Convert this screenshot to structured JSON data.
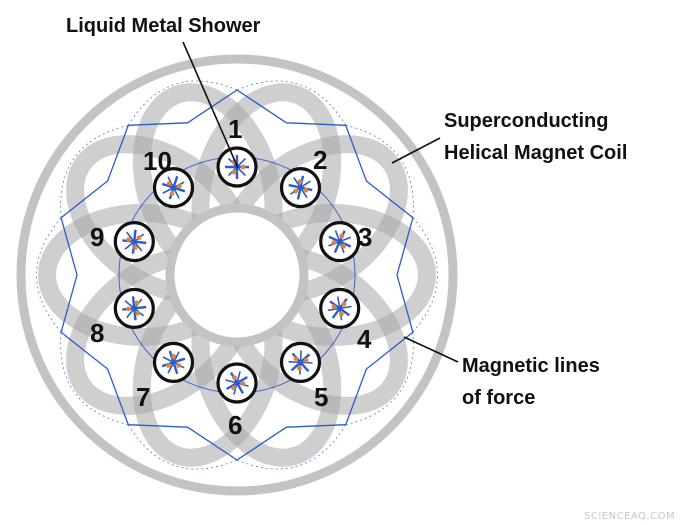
{
  "labels": {
    "shower": "Liquid Metal Shower",
    "coil_line1": "Superconducting",
    "coil_line2": "Helical Magnet Coil",
    "lines_line1": "Magnetic lines",
    "lines_line2": "of force"
  },
  "ports": [
    "1",
    "2",
    "3",
    "4",
    "5",
    "6",
    "7",
    "8",
    "9",
    "10"
  ],
  "watermark": "SCIENCEAQ.COM",
  "colors": {
    "ring": "#c3c3c3",
    "coil": "#a9a9a9",
    "field_lines": "#2a5ccc",
    "marker_orange": "#e0833a",
    "marker_blue": "#2a5ccc",
    "circle_outline": "#111111"
  }
}
